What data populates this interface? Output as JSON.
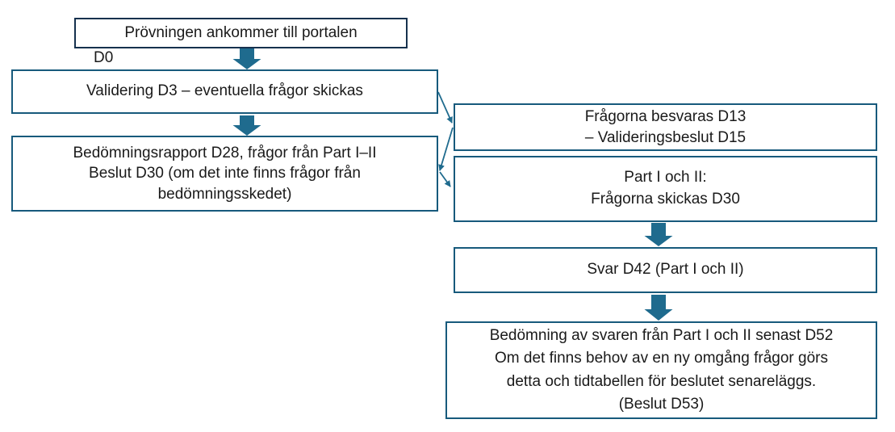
{
  "colors": {
    "box_border_navy": "#16314e",
    "box_border_teal": "#175a7c",
    "arrow_teal": "#1f6b8e",
    "text": "#1a1a1a",
    "background": "#ffffff"
  },
  "flowchart": {
    "arrival_box": {
      "label": "Prövningen ankommer till portalen"
    },
    "arrival_overflow": {
      "label": "D0"
    },
    "validation_box": {
      "label": "Validering D3 – eventuella frågor skickas"
    },
    "assessment_box": {
      "label": "Bedömningsrapport D28, frågor från Part I–II\nBeslut D30 (om det inte finns frågor från\nbedömningsskedet)"
    },
    "answers_box": {
      "label": "Frågorna besvaras D13\n– Valideringsbeslut D15"
    },
    "questions_box": {
      "label": "Part I och II:\nFrågorna skickas D30"
    },
    "response_box": {
      "label": "Svar D42 (Part I och II)"
    },
    "final_box": {
      "label": "Bedömning av svaren från Part I och II senast D52\nOm det finns behov av en ny omgång frågor görs\ndetta och tidtabellen för beslutet senareläggs.\n(Beslut D53)"
    }
  }
}
